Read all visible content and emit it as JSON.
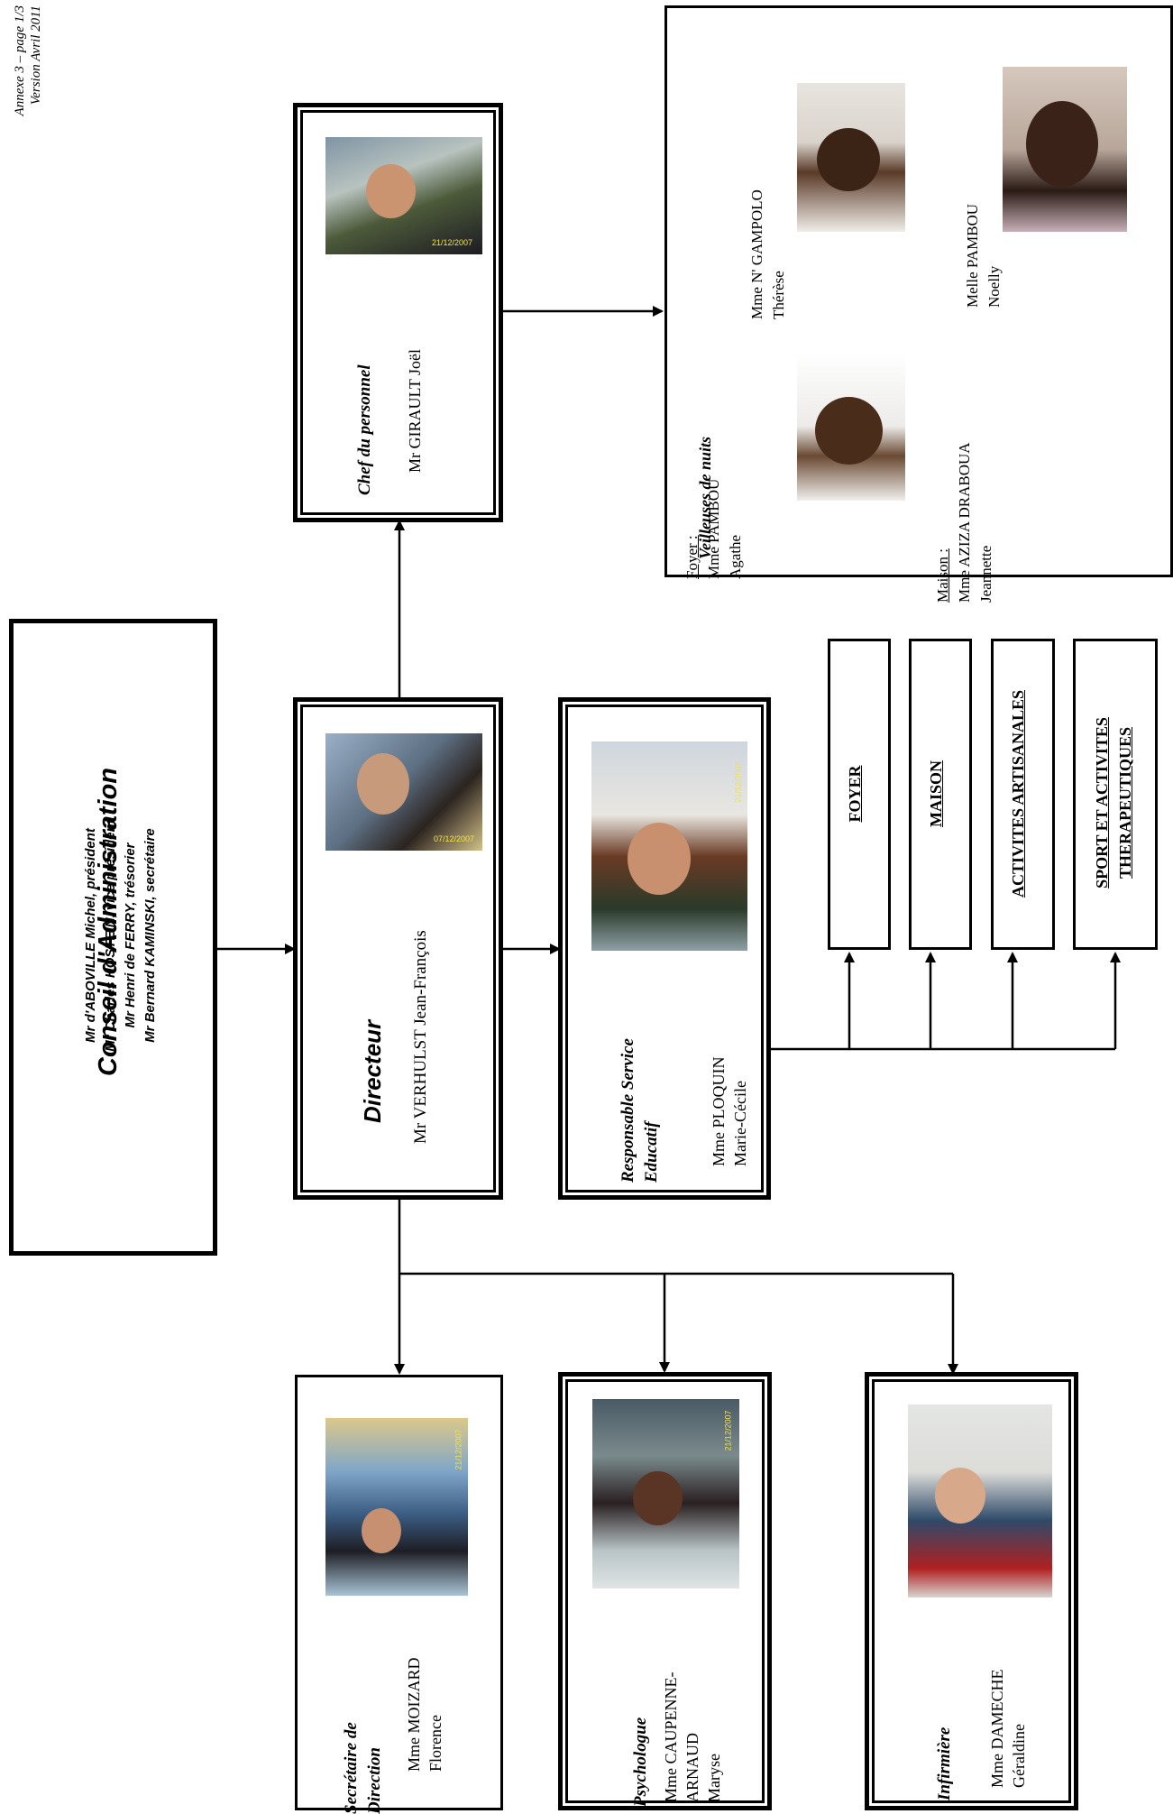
{
  "annex": {
    "line1": "Annexe 3 – page 1/3",
    "line2": "Version Avril 2011"
  },
  "conseil": {
    "title": "Conseil d'Administration",
    "members": [
      "Mr d'ABOVILLE Michel, président",
      "Mr Charles HOSTEIN, vice président",
      "Mr Henri de FERRY, trésorier",
      "Mr Bernard KAMINSKI, secrétaire"
    ]
  },
  "directeur": {
    "role": "Directeur",
    "name": "Mr VERHULST Jean-François",
    "photo_stamp": "07/12/2007"
  },
  "chef_personnel": {
    "role": "Chef du personnel",
    "name": "Mr GIRAULT Joël",
    "photo_stamp": "21/12/2007"
  },
  "veilleuses": {
    "title": "Veilleuses de nuits",
    "foyer_label": "Foyer :",
    "maison_label": "Maison :",
    "people": [
      {
        "name": "Mme PAMBOU",
        "first": "Agathe"
      },
      {
        "name": "Mme N' GAMPOLO",
        "first": "Thérèse"
      },
      {
        "name": "Mme AZIZA DRABOUA",
        "first": "Jeannette"
      },
      {
        "name": "Melle PAMBOU",
        "first": "Noelly"
      }
    ]
  },
  "responsable": {
    "role_line1": "Responsable Service",
    "role_line2": "Educatif",
    "name": "Mme PLOQUIN",
    "first": "Marie-Cécile",
    "photo_stamp": "21/12/2007"
  },
  "services": [
    "FOYER",
    "MAISON",
    "ACTIVITES ARTISANALES",
    "SPORT ET ACTIVITES THERAPEUTIQUES"
  ],
  "secretaire": {
    "role_line1": "Secrétaire de",
    "role_line2": "Direction",
    "name": "Mme MOIZARD",
    "first": "Florence",
    "photo_stamp": "21/12/2007"
  },
  "psychologue": {
    "role": "Psychologue",
    "name": "Mme CAUPENNE-",
    "name2": "ARNAUD",
    "first": "Maryse",
    "photo_stamp": "21/12/2007"
  },
  "infirmiere": {
    "role": "Infirmière",
    "name": "Mme DAMECHE",
    "first": "Géraldine"
  },
  "colors": {
    "line": "#000000",
    "stamp": "#f2e24a"
  }
}
